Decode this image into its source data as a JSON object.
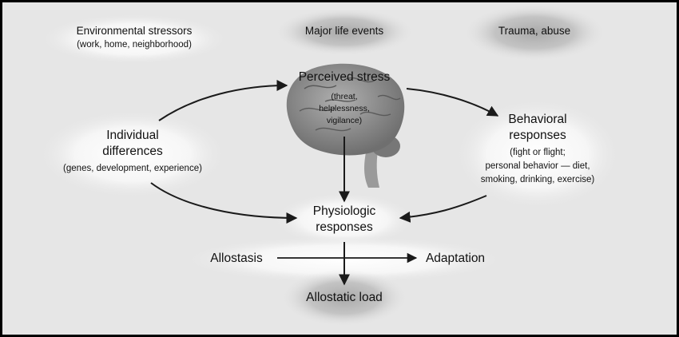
{
  "nodes": {
    "environmental": {
      "title": "Environmental stressors",
      "detail": "(work, home, neighborhood)"
    },
    "major_life_events": {
      "title": "Major life events"
    },
    "trauma": {
      "title": "Trauma, abuse"
    },
    "perceived_stress": {
      "title": "Perceived stress",
      "detail_lines": [
        "(threat,",
        "helplessness,",
        "vigilance)"
      ]
    },
    "individual_differences": {
      "title_lines": [
        "Individual",
        "differences"
      ],
      "detail": "(genes, development, experience)"
    },
    "behavioral": {
      "title_lines": [
        "Behavioral",
        "responses"
      ],
      "detail_lines": [
        "(fight or flight;",
        "personal behavior — diet,",
        "smoking, drinking, exercise)"
      ]
    },
    "physiologic": {
      "title_lines": [
        "Physiologic",
        "responses"
      ]
    },
    "allostasis": {
      "title": "Allostasis"
    },
    "adaptation": {
      "title": "Adaptation"
    },
    "allostatic_load": {
      "title": "Allostatic load"
    }
  },
  "colors": {
    "background": "#e6e6e6",
    "frame": "#000000",
    "text": "#111111",
    "arrow": "#1a1a1a",
    "brain": "#8f8f8f",
    "halo_light": "#ffffff",
    "halo_dark": "#b4b4b4"
  }
}
